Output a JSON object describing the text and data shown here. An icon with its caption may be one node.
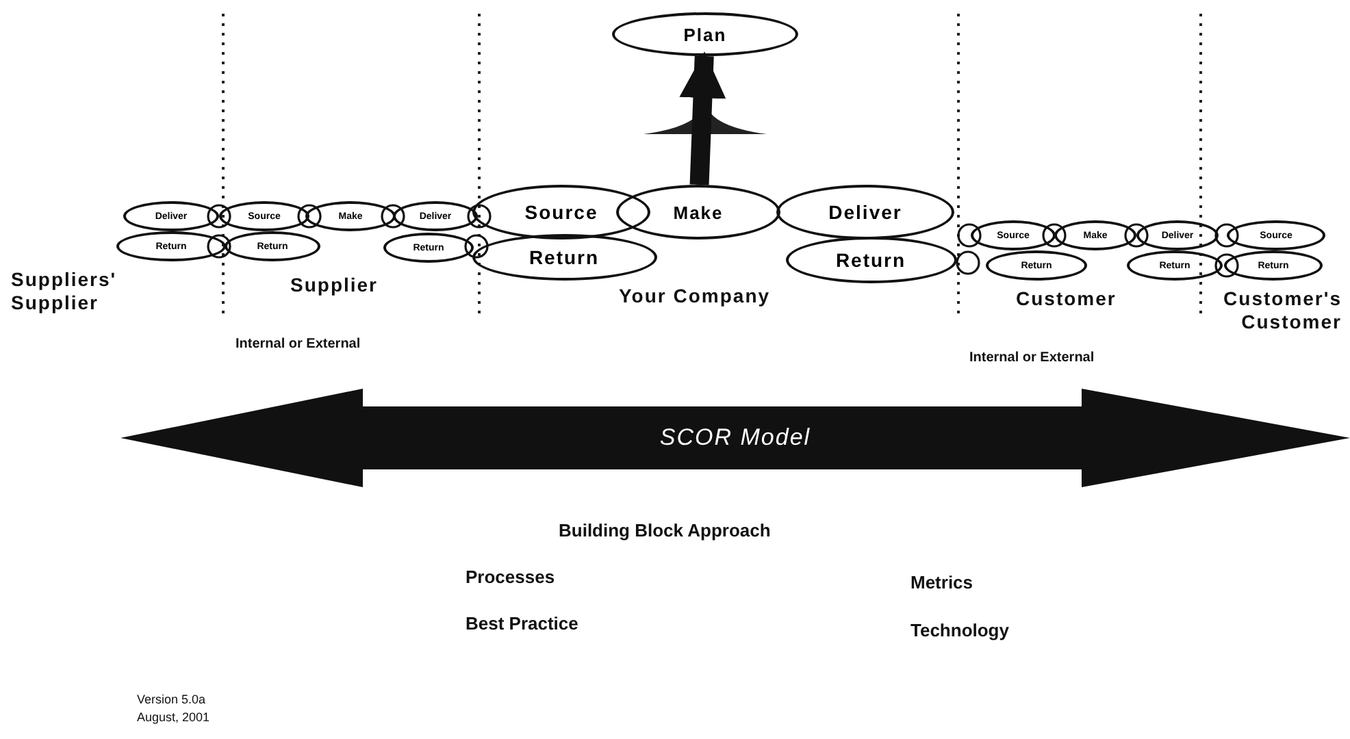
{
  "diagram": {
    "nodes": [
      {
        "text": [
          "Plan"
        ]
      },
      {
        "text": [
          "Deliver"
        ]
      },
      {
        "text": [
          "Source"
        ]
      },
      {
        "text": [
          "Make"
        ]
      },
      {
        "text": [
          "Deliver"
        ]
      },
      {
        "text": [
          "Return"
        ]
      },
      {
        "text": [
          "Return"
        ]
      },
      {
        "text": [
          "Return"
        ]
      },
      {
        "text": [
          "Source"
        ]
      },
      {
        "text": [
          "Make"
        ]
      },
      {
        "text": [
          "Deliver"
        ]
      },
      {
        "text": [
          "Return"
        ]
      },
      {
        "text": [
          "Return"
        ]
      },
      {
        "text": [
          "Source"
        ]
      },
      {
        "text": [
          "Make"
        ]
      },
      {
        "text": [
          "Deliver"
        ]
      },
      {
        "text": [
          "Source"
        ]
      },
      {
        "text": [
          "Return"
        ]
      },
      {
        "text": [
          "Return"
        ]
      },
      {
        "text": [
          "Return"
        ]
      },
      {
        "text": [
          "SCOR Model"
        ]
      }
    ],
    "edges": [
      {
        "from": 9,
        "to": 0,
        "arrow": "to"
      }
    ],
    "labels": [
      "Suppliers' Supplier",
      "Supplier",
      "Your Company",
      "Customer",
      "Customer's Customer",
      "Internal or External",
      "Internal or External",
      "Building Block Approach",
      "Processes",
      "Metrics",
      "Best Practice",
      "Technology",
      "Version 5.0a",
      "August, 2001"
    ]
  }
}
